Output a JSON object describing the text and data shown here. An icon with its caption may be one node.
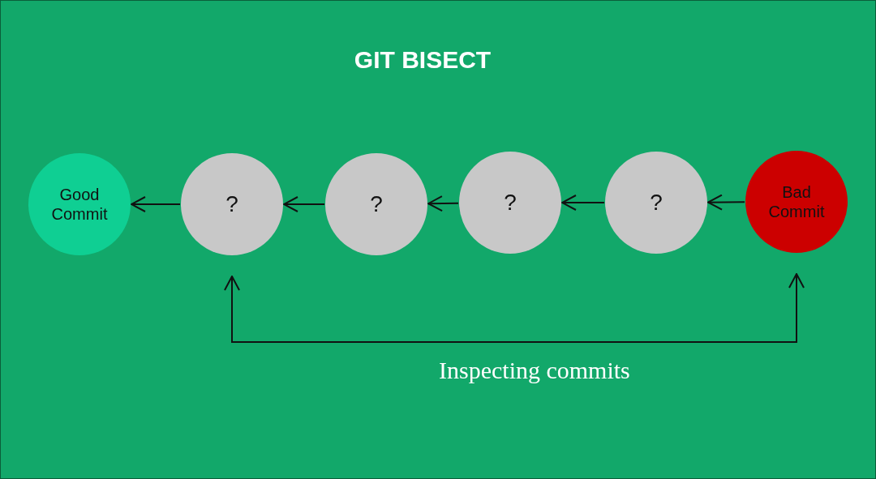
{
  "diagram": {
    "title": "GIT BISECT",
    "nodes": [
      {
        "text": [
          "Good Commit"
        ]
      },
      {
        "text": [
          "?"
        ]
      },
      {
        "text": [
          "?"
        ]
      },
      {
        "text": [
          "?"
        ]
      },
      {
        "text": [
          "?"
        ]
      },
      {
        "text": [
          "Bad Commit"
        ]
      }
    ],
    "edges": [
      {
        "from": 1,
        "to": 0,
        "arrow": "to"
      },
      {
        "from": 2,
        "to": 1,
        "arrow": "to"
      },
      {
        "from": 3,
        "to": 2,
        "arrow": "to"
      },
      {
        "from": 4,
        "to": 3,
        "arrow": "to"
      },
      {
        "from": 5,
        "to": 4,
        "arrow": "to"
      },
      {
        "from": 1,
        "to": 5,
        "arrow": "both",
        "label": "Inspecting commits"
      }
    ]
  }
}
